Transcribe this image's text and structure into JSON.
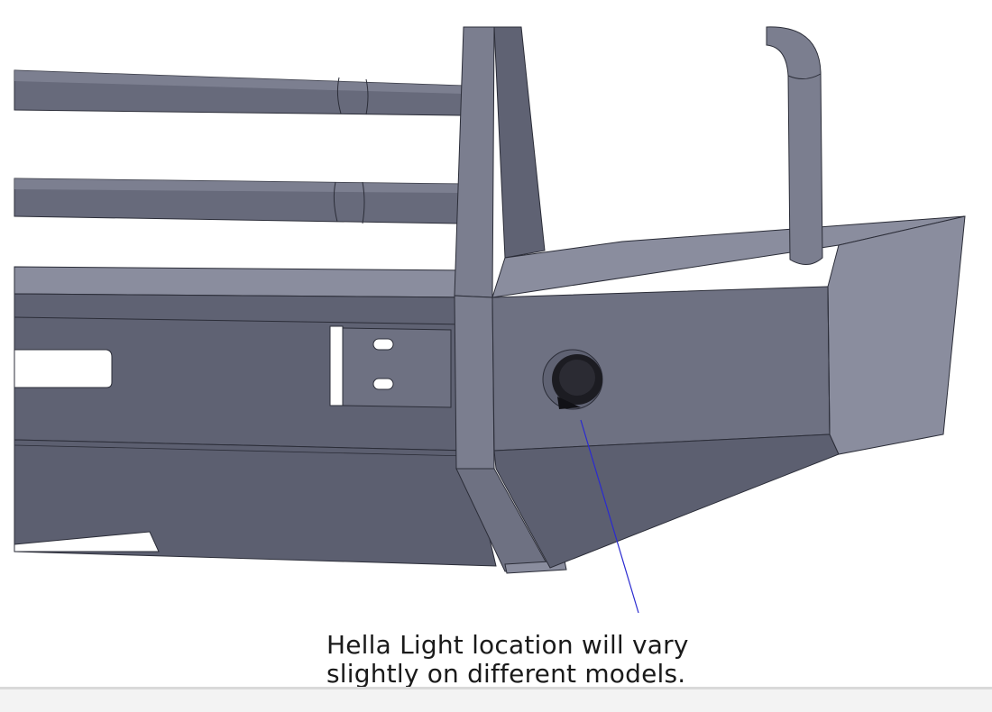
{
  "figure": {
    "description_label": "bumper-cad-drawing",
    "caption_lines": [
      "Hella Light location will vary",
      "slightly on different models."
    ]
  },
  "colors": {
    "steel_dark": "#5c5f70",
    "steel_mid": "#6e7182",
    "steel_light": "#8a8d9e",
    "edge": "#2b2d38",
    "leader_line": "#2a2ad0"
  }
}
